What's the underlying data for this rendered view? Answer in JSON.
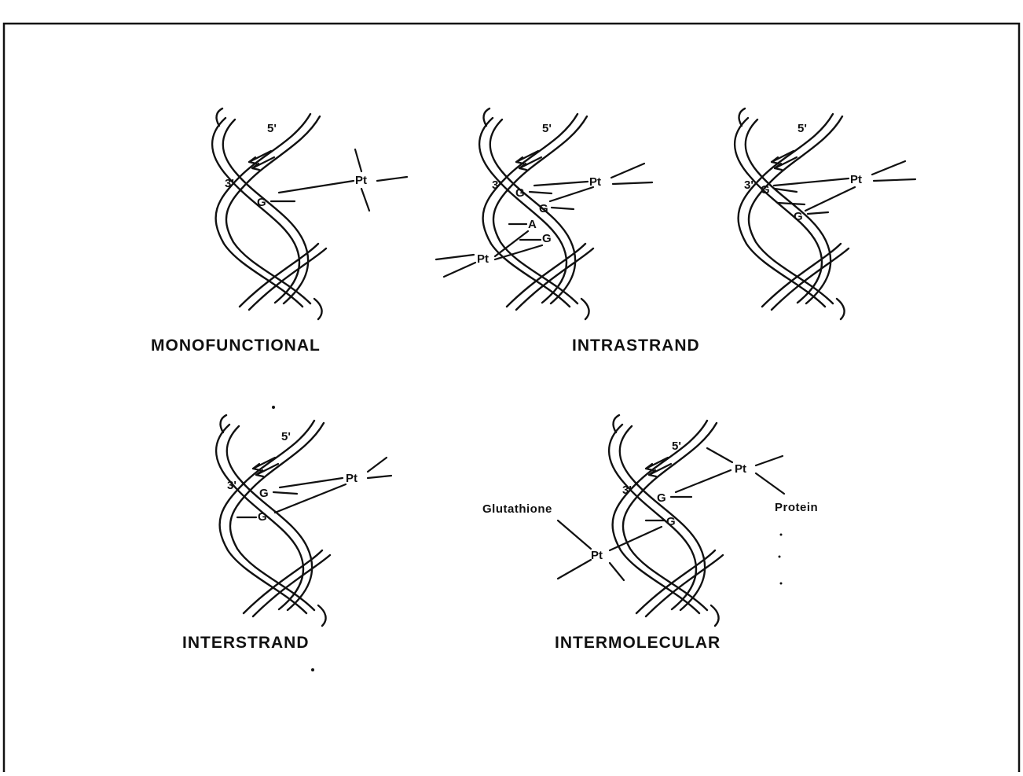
{
  "captions": {
    "monofunctional": "MONOFUNCTIONAL",
    "intrastrand": "INTRASTRAND",
    "interstrand": "INTERSTRAND",
    "intermolecular": "INTERMOLECULAR"
  },
  "labels": {
    "five_prime": "5'",
    "three_prime": "3'",
    "guanine": "G",
    "adenine": "A",
    "platinum": "Pt",
    "glutathione": "Glutathione",
    "protein": "Protein"
  }
}
